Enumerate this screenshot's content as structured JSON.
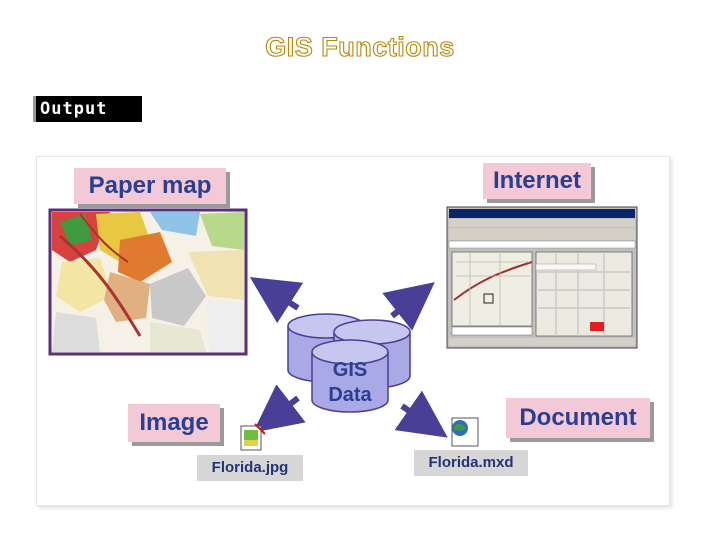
{
  "slide": {
    "title": "GIS Functions",
    "tag": "Output"
  },
  "diagram": {
    "center_label_line1": "GIS",
    "center_label_line2": "Data",
    "outputs": {
      "paper_map": "Paper map",
      "internet": "Internet",
      "image": "Image",
      "document": "Document"
    },
    "files": {
      "image_file": "Florida.jpg",
      "document_file": "Florida.mxd"
    }
  },
  "colors": {
    "label_bg": "#f4c9d7",
    "label_text": "#2a3f8f",
    "cylinder": "#a9a9e6",
    "arrow": "#4a3f96",
    "map_border": "#5a2e7a"
  }
}
